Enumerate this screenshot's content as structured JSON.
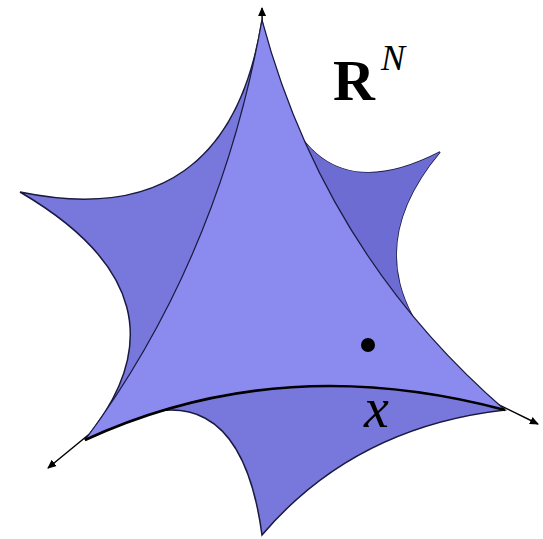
{
  "diagram": {
    "labels": [
      "R",
      "N",
      "x"
    ]
  }
}
